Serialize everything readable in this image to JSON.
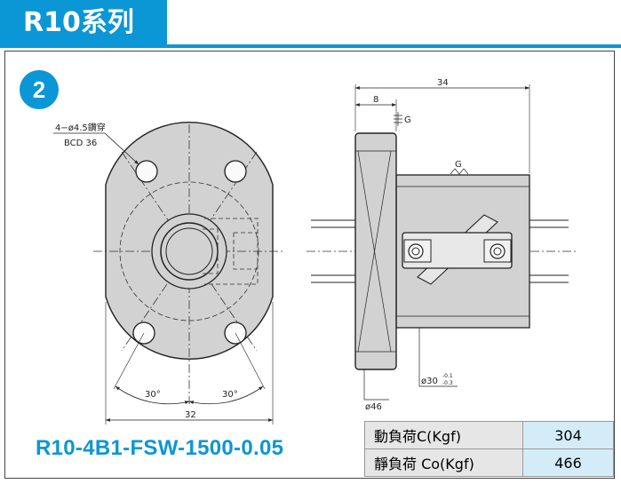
{
  "header": {
    "series_title": "R10系列"
  },
  "badge": {
    "number": "2"
  },
  "part_number": "R10-4B1-FSW-1500-0.05",
  "front_view": {
    "hole_note": "4−ø4.5鑽穿",
    "bcd_note": "BCD 36",
    "angle_left": "30°",
    "angle_right": "30°",
    "width_dim": "32"
  },
  "side_view": {
    "length_dim": "34",
    "flange_dim": "8",
    "flange_dia": "ø46",
    "body_dia": "ø30",
    "tol_upper": "-0.1",
    "tol_lower": "-0.3",
    "gauge_label_1": "G",
    "gauge_label_2": "G"
  },
  "specs": [
    {
      "label": "動負荷C(Kgf)",
      "value": "304"
    },
    {
      "label": "靜負荷 Co(Kgf)",
      "value": "466"
    }
  ],
  "colors": {
    "accent": "#0b96d6",
    "part_fill": "#d2d2d2",
    "hole_fill": "#fafafa"
  }
}
